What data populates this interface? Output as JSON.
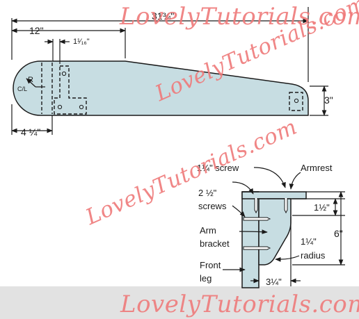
{
  "armrest_plan": {
    "overall_length": "31¾\"",
    "dim_12": "12\"",
    "dim_1_1_16": "1¹⁄₁₆\"",
    "radius_letter": "R",
    "centerline": "C/L",
    "dim_4_1_4": "4 ¼\"",
    "dim_3": "3\""
  },
  "bracket_section": {
    "screw_1_4": "1¼\" screw",
    "armrest": "Armrest",
    "screws_2_1_2_line1": "2 ½\"",
    "screws_2_1_2_line2": "screws",
    "dim_1_1_2": "1½\"",
    "arm_bracket_line1": "Arm",
    "arm_bracket_line2": "bracket",
    "dim_6": "6\"",
    "radius_1_4_line1": "1¼\"",
    "radius_1_4_line2": "radius",
    "front_leg_line1": "Front",
    "front_leg_line2": "leg",
    "dim_3_1_4": "3¼\""
  },
  "watermark": "LovelyTutorials.com",
  "colors": {
    "part_fill": "#c7dde2",
    "line": "#1a1a1a",
    "watermark": "#ef7a7a",
    "footer_band": "#e2e2e2"
  }
}
